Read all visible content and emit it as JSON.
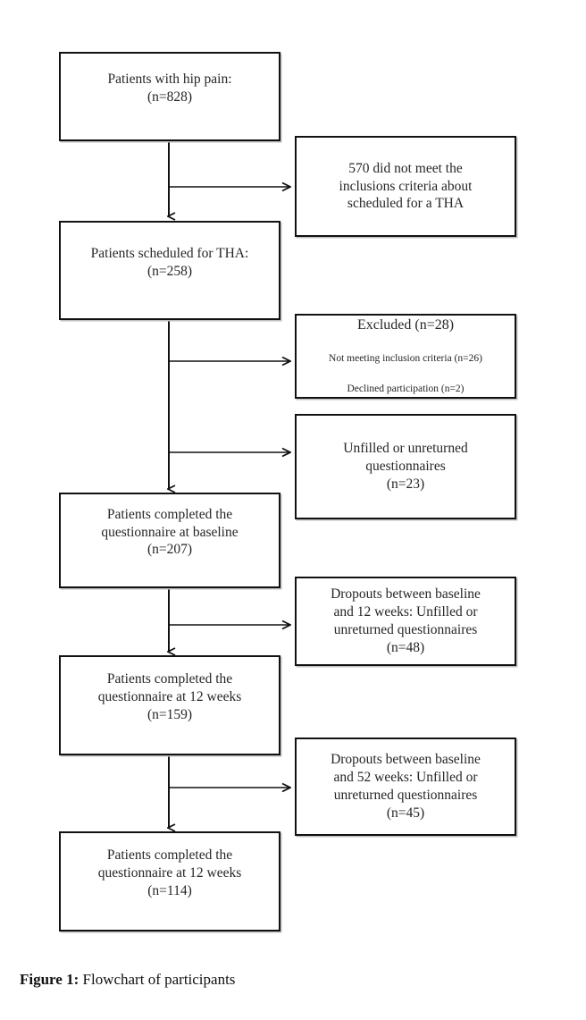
{
  "figure": {
    "caption_label": "Figure 1:",
    "caption_text": " Flowchart of participants",
    "line_color": "#111111",
    "box_border_color": "#111111",
    "background_color": "#ffffff",
    "text_color": "#262626"
  },
  "main_nodes": [
    {
      "id": "hip-pain",
      "text": "Patients with hip pain:\n(n=828)",
      "count": 828
    },
    {
      "id": "scheduled-tha",
      "text": "Patients scheduled for THA:\n(n=258)",
      "count": 258
    },
    {
      "id": "baseline-complete",
      "text": "Patients completed the\nquestionnaire at baseline\n(n=207)",
      "count": 207
    },
    {
      "id": "twelve-weeks-complete",
      "text": "Patients completed the\nquestionnaire at 12 weeks\n(n=159)",
      "count": 159
    },
    {
      "id": "final-complete",
      "text": "Patients completed the\nquestionnaire at 12 weeks\n(n=114)",
      "count": 114
    }
  ],
  "side_nodes": [
    {
      "id": "not-meeting-inclusion",
      "text": "570 did not meet the\ninclusions criteria about\nscheduled for a THA",
      "count": 570
    },
    {
      "id": "excluded",
      "title": "Excluded (n=28)",
      "sub_line_1": "Not meeting inclusion criteria (n=26)",
      "sub_line_2": "Declined participation (n=2)",
      "count": 28
    },
    {
      "id": "unfilled-baseline",
      "text": "Unfilled or unreturned\nquestionnaires\n(n=23)",
      "count": 23
    },
    {
      "id": "dropouts-12-weeks",
      "text": "Dropouts between baseline\nand 12 weeks:  Unfilled or\nunreturned questionnaires\n(n=48)",
      "count": 48
    },
    {
      "id": "dropouts-52-weeks",
      "text": "Dropouts between baseline\nand 52 weeks:  Unfilled or\nunreturned questionnaires\n(n=45)",
      "count": 45
    }
  ]
}
